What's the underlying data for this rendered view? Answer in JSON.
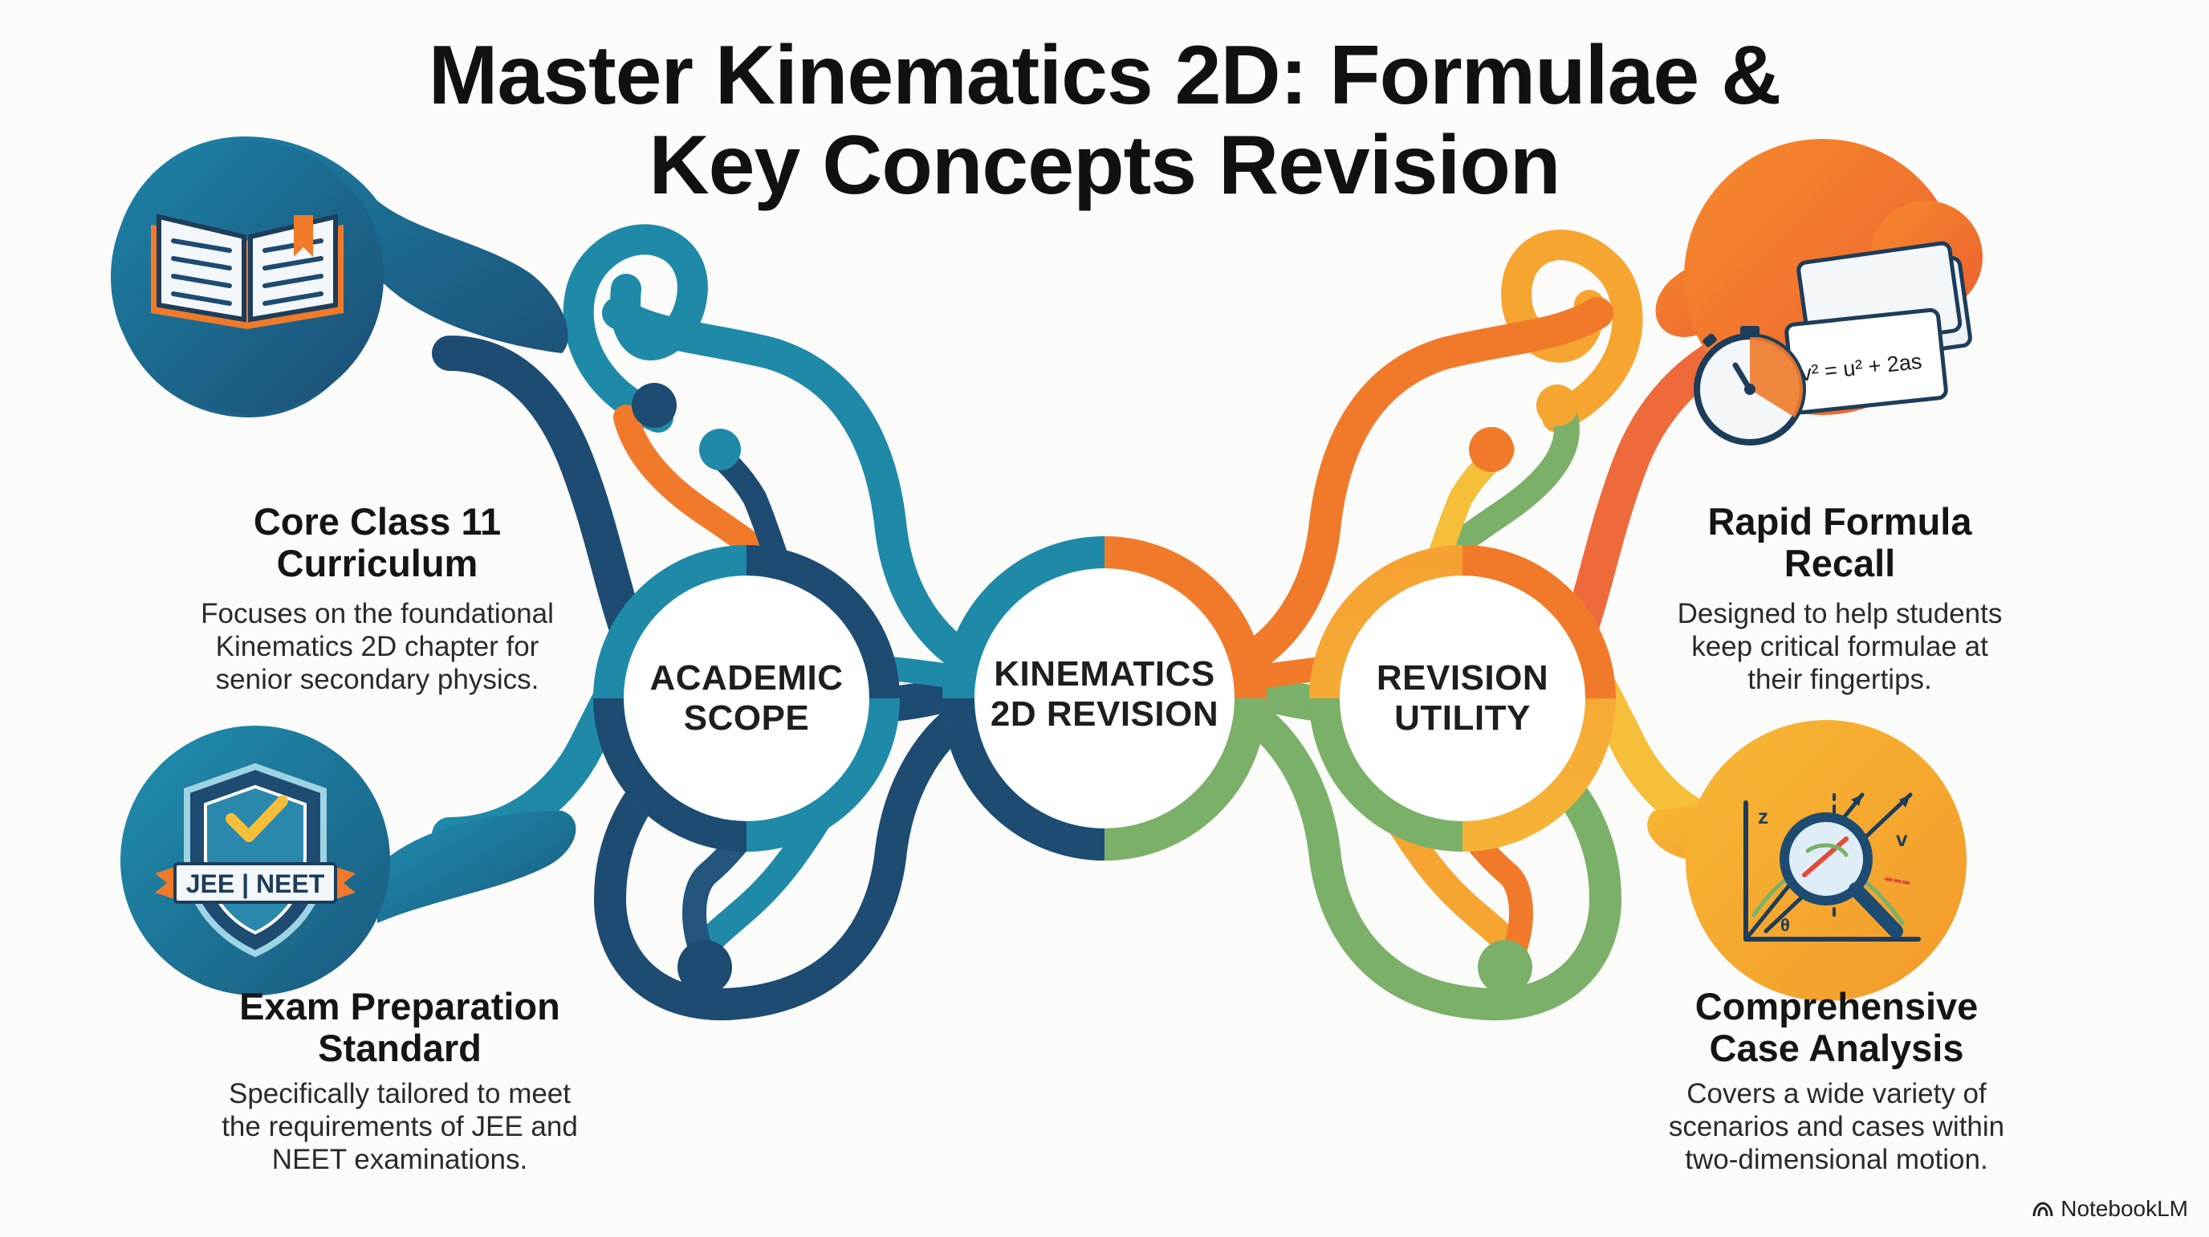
{
  "title": {
    "line1": "Master Kinematics 2D: Formulae &",
    "line2": "Key Concepts Revision"
  },
  "hubs": {
    "center": {
      "line1": "KINEMATICS",
      "line2": "2D REVISION"
    },
    "left": {
      "line1": "ACADEMIC",
      "line2": "SCOPE"
    },
    "right": {
      "line1": "REVISION",
      "line2": "UTILITY"
    }
  },
  "features": {
    "core": {
      "title1": "Core Class 11",
      "title2": "Curriculum",
      "desc1": "Focuses on the foundational",
      "desc2": "Kinematics 2D chapter for",
      "desc3": "senior secondary physics.",
      "icon": "open-book-icon"
    },
    "exam": {
      "title1": "Exam Preparation",
      "title2": "Standard",
      "desc1": "Specifically tailored to meet",
      "desc2": "the requirements of JEE and",
      "desc3": "NEET examinations.",
      "icon": "shield-check-icon",
      "badge": "JEE | NEET"
    },
    "rapid": {
      "title1": "Rapid Formula",
      "title2": "Recall",
      "desc1": "Designed to help students",
      "desc2": "keep critical formulae at",
      "desc3": "their fingertips.",
      "icon": "stopwatch-flashcards-icon",
      "formula": "v² = u² + 2as"
    },
    "case": {
      "title1": "Comprehensive",
      "title2": "Case Analysis",
      "desc1": "Covers a wide variety of",
      "desc2": "scenarios and cases within",
      "desc3": "two-dimensional motion.",
      "icon": "magnifier-vectors-icon",
      "axis_z": "z",
      "axis_v": "v",
      "angle": "θ"
    }
  },
  "brand": {
    "name": "NotebookLM"
  },
  "colors": {
    "teal": "#1e8aa8",
    "navy": "#1d4b72",
    "deep_blue": "#23557d",
    "orange": "#f07a2a",
    "amber": "#f7a531",
    "yellow": "#f6bf3a",
    "green": "#7bb069",
    "coral": "#ee6a3b"
  }
}
